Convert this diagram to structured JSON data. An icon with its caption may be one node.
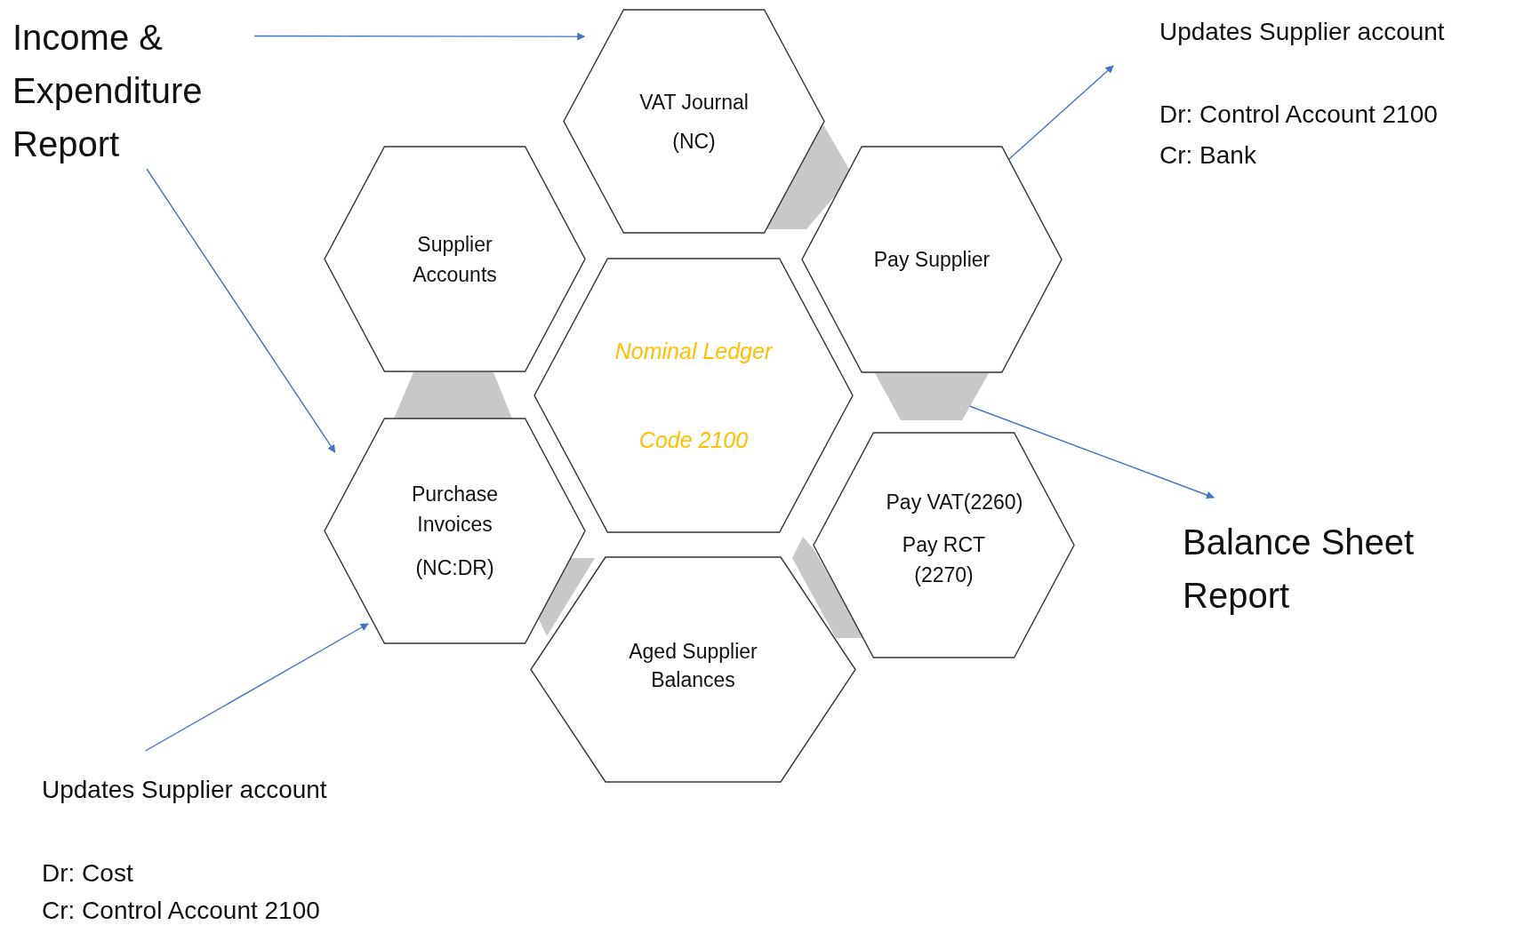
{
  "diagram": {
    "nodes": [
      {
        "text": [
          "Income & Expenditure Report"
        ]
      },
      {
        "text": [
          "VAT Journal",
          "(NC)"
        ]
      },
      {
        "text": [
          "Updates Supplier account",
          "Dr: Control Account 2100",
          "Cr: Bank"
        ]
      },
      {
        "text": [
          "Supplier Accounts"
        ]
      },
      {
        "text": [
          "Pay Supplier"
        ]
      },
      {
        "text": [
          "Nominal Ledger",
          "Code 2100"
        ]
      },
      {
        "text": [
          "Purchase Invoices",
          "(NC:DR)"
        ]
      },
      {
        "text": [
          "Pay VAT(2260)",
          "Pay RCT (2270)"
        ]
      },
      {
        "text": [
          "Balance Sheet Report"
        ]
      },
      {
        "text": [
          "Aged Supplier Balances"
        ]
      },
      {
        "text": [
          "Updates Supplier account",
          "Dr: Cost",
          "Cr: Control Account 2100"
        ]
      },
      {
        "text": [],
        "shape": "band"
      },
      {
        "text": [],
        "shape": "band"
      },
      {
        "text": [],
        "shape": "band"
      },
      {
        "text": [],
        "shape": "band"
      },
      {
        "text": [],
        "shape": "band"
      }
    ],
    "edges": [
      {
        "from": 0,
        "to": 1,
        "arrow": "to"
      },
      {
        "from": 0,
        "to": 6,
        "arrow": "to"
      },
      {
        "from": 10,
        "to": 6,
        "arrow": "to"
      },
      {
        "from": 4,
        "to": 2,
        "arrow": "to"
      },
      {
        "from": 13,
        "to": 8,
        "arrow": "to"
      }
    ]
  }
}
